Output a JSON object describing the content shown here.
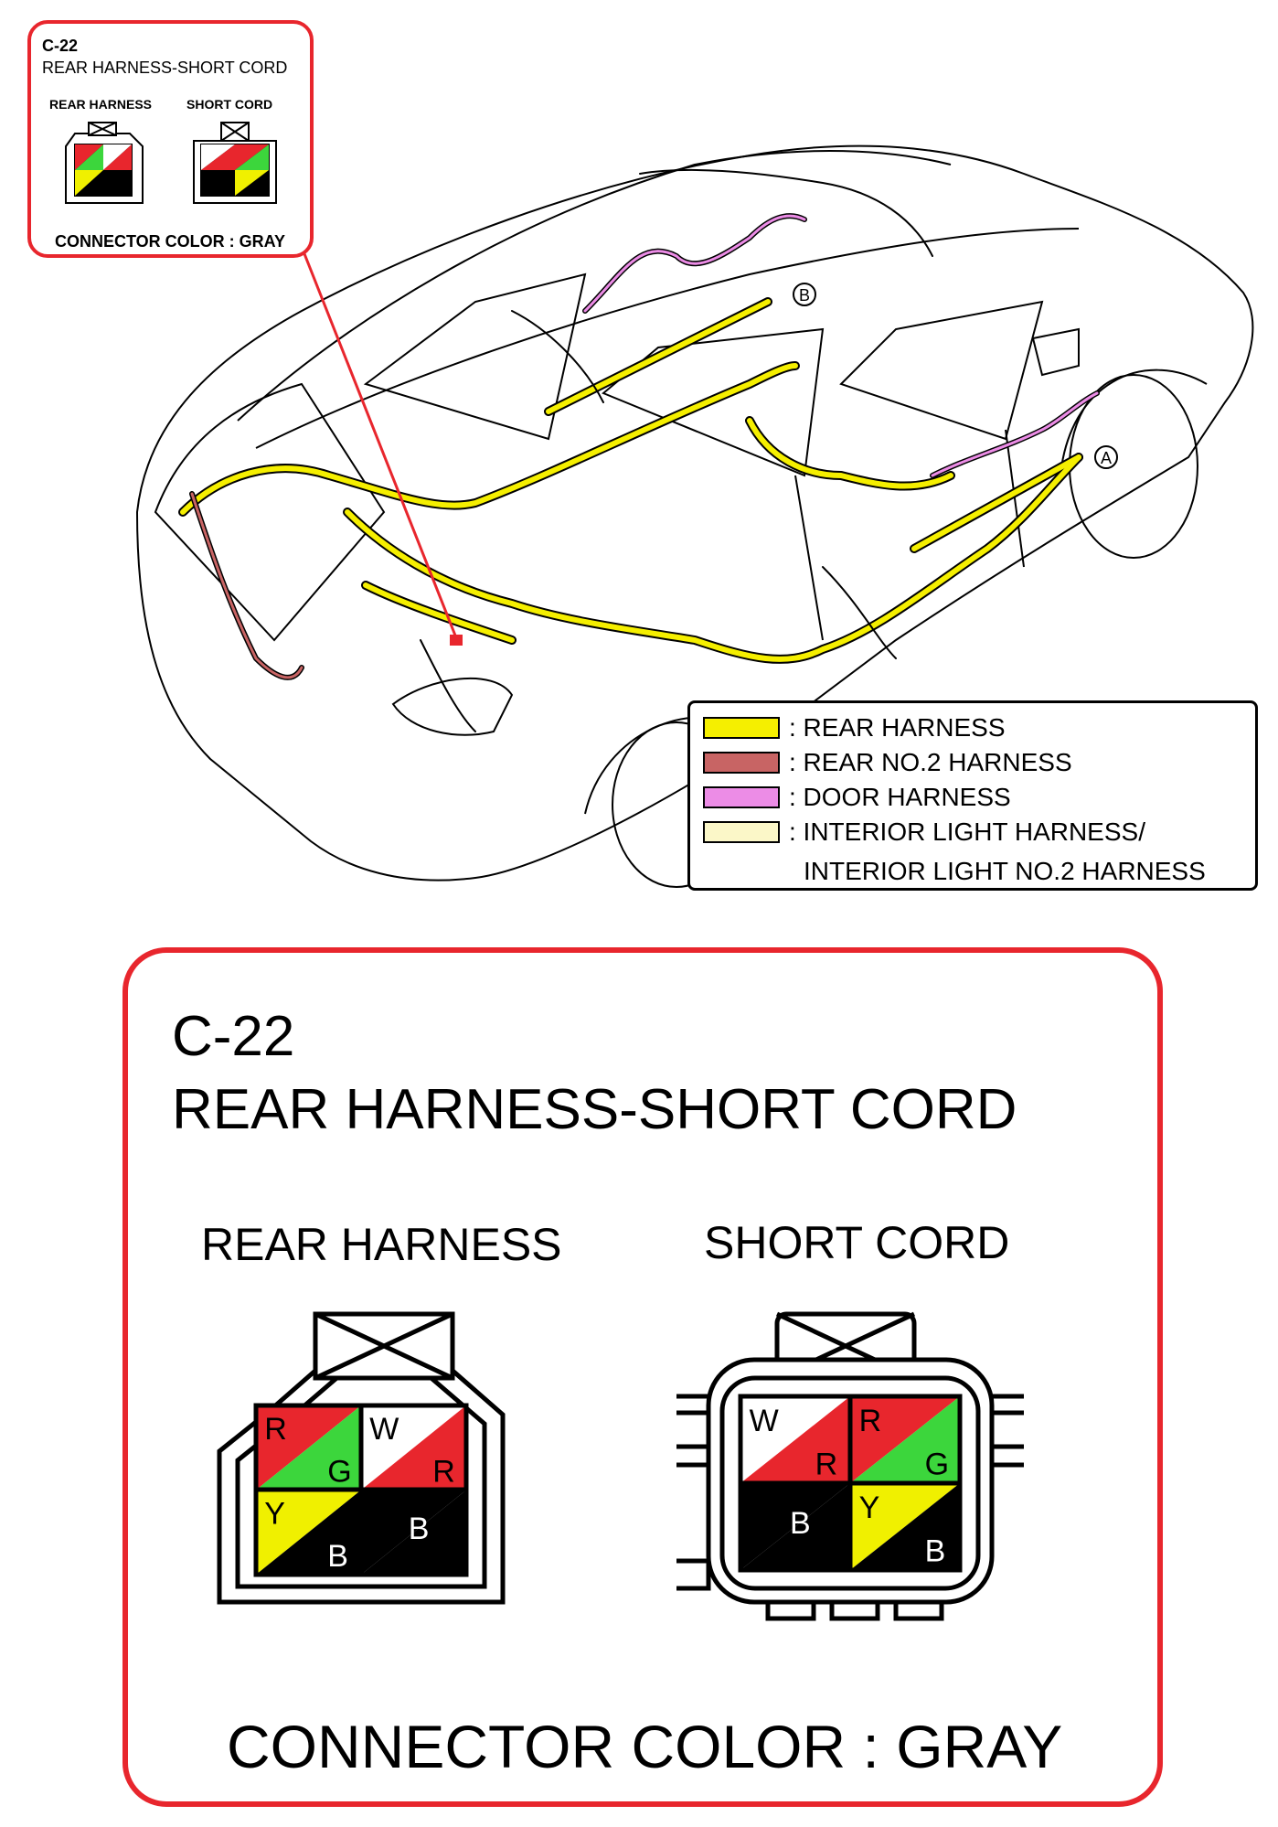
{
  "diagram": {
    "connector_id": "C-22",
    "connector_name": "REAR HARNESS-SHORT CORD",
    "rear_harness_label": "REAR HARNESS",
    "short_cord_label": "SHORT CORD",
    "connector_color": "CONNECTOR COLOR : GRAY",
    "marker_a": "A",
    "marker_b": "B",
    "rear_harness_pins": [
      {
        "top": "R",
        "bottom": "G",
        "top_color": "#e8262d",
        "bottom_color": "#3cd63c"
      },
      {
        "top": "W",
        "bottom": "R",
        "top_color": "#ffffff",
        "bottom_color": "#e8262d"
      },
      {
        "top": "Y",
        "bottom": "B",
        "top_color": "#f0f000",
        "bottom_color": "#000000"
      },
      {
        "top": "B",
        "bottom": "",
        "top_color": "#000000",
        "bottom_color": "#000000"
      }
    ],
    "short_cord_pins": [
      {
        "top": "W",
        "bottom": "R",
        "top_color": "#ffffff",
        "bottom_color": "#e8262d"
      },
      {
        "top": "R",
        "bottom": "G",
        "top_color": "#e8262d",
        "bottom_color": "#3cd63c"
      },
      {
        "top": "B",
        "bottom": "",
        "top_color": "#000000",
        "bottom_color": "#000000"
      },
      {
        "top": "Y",
        "bottom": "B",
        "top_color": "#f0f000",
        "bottom_color": "#000000"
      }
    ]
  },
  "legend": {
    "items": [
      {
        "label": ": REAR HARNESS",
        "color": "#f5ef00"
      },
      {
        "label": ": REAR NO.2 HARNESS",
        "color": "#c86464"
      },
      {
        "label": ": DOOR HARNESS",
        "color": "#ec8ce6"
      },
      {
        "label": ": INTERIOR LIGHT HARNESS/",
        "color": "#fbf7c8"
      }
    ],
    "continuation": "INTERIOR LIGHT NO.2 HARNESS"
  },
  "colors": {
    "frame_red": "#e8262d",
    "rear_harness": "#f5ef00",
    "door_harness": "#ec8ce6",
    "rear_no2_harness": "#c86464",
    "interior_light": "#fbf7c8"
  }
}
